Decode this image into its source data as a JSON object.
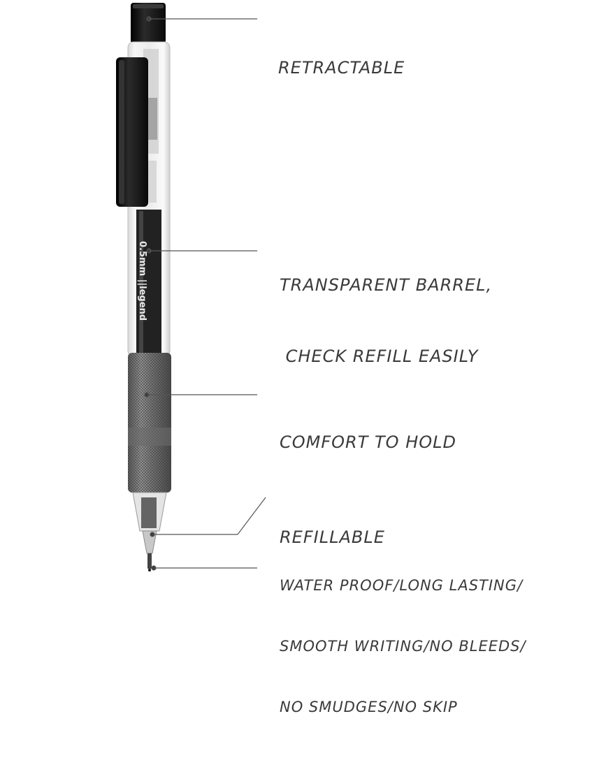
{
  "features": [
    {
      "id": "retractable",
      "lines": [
        "RETRACTABLE"
      ]
    },
    {
      "id": "barrel",
      "lines": [
        "TRANSPARENT BARREL,",
        " CHECK REFILL EASILY"
      ]
    },
    {
      "id": "grip",
      "lines": [
        "COMFORT TO HOLD"
      ]
    },
    {
      "id": "refill",
      "lines": [
        "REFILLABLE"
      ]
    },
    {
      "id": "ink",
      "lines": [
        "WATER PROOF/LONG LASTING/",
        "SMOOTH WRITING/NO BLEEDS/",
        "NO SMUDGES/NO SKIP"
      ]
    }
  ],
  "pen": {
    "refill_text": "0.5mm  ||legend"
  },
  "colors": {
    "text": "#3a3a3a",
    "leader_line": "#555555",
    "pen_body": "#1a1a1a"
  }
}
